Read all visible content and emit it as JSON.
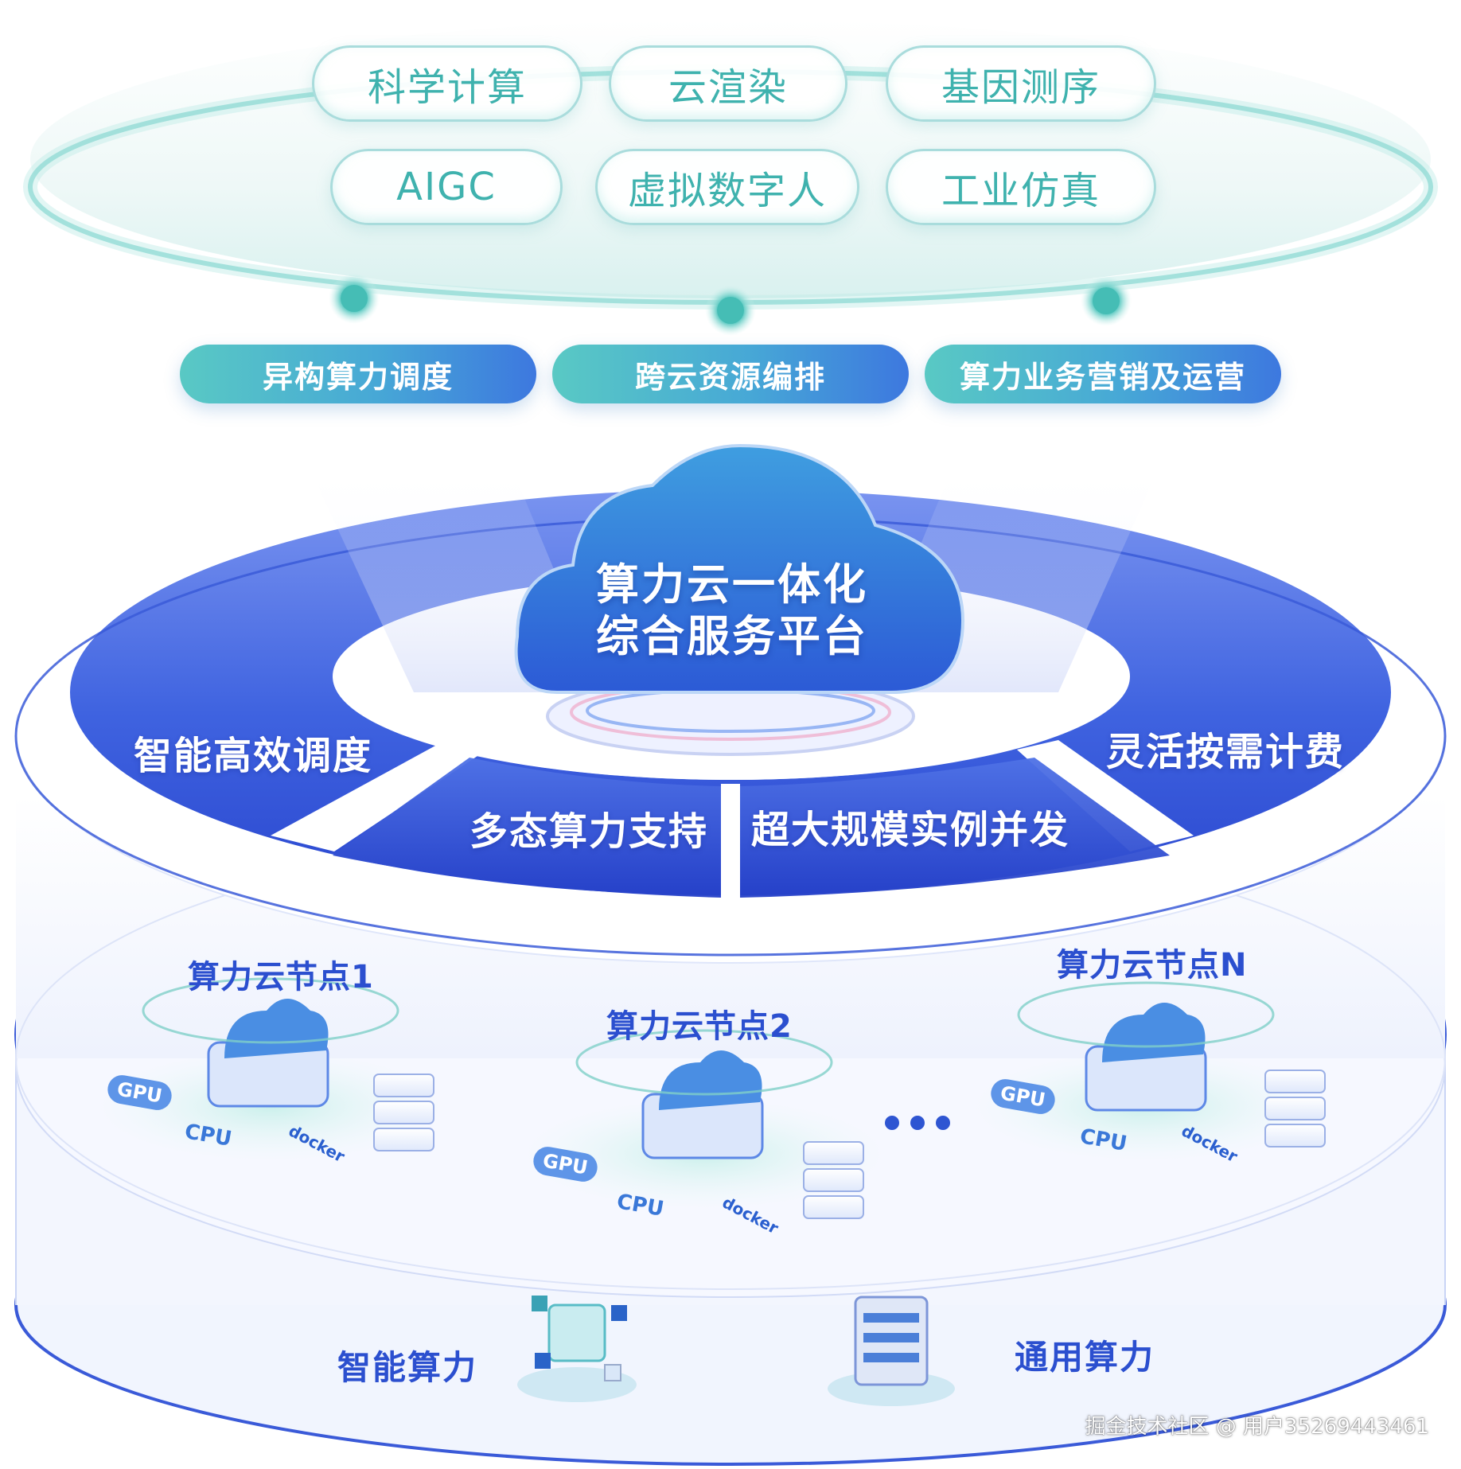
{
  "applications": [
    "科学计算",
    "云渲染",
    "基因测序",
    "AIGC",
    "虚拟数字人",
    "工业仿真"
  ],
  "capabilities": [
    "异构算力调度",
    "跨云资源编排",
    "算力业务营销及运营"
  ],
  "platform": {
    "title_line1": "算力云一体化",
    "title_line2": "综合服务平台"
  },
  "features": {
    "left": "智能高效调度",
    "right": "灵活按需计费",
    "bottom_left": "多态算力支持",
    "bottom_right": "超大规模实例并发"
  },
  "nodes": [
    {
      "title": "算力云节点1",
      "gpu_label": "GPU",
      "cpu_label": "CPU",
      "docker_label": "docker"
    },
    {
      "title": "算力云节点2",
      "gpu_label": "GPU",
      "cpu_label": "CPU",
      "docker_label": "docker"
    },
    {
      "title": "算力云节点N",
      "gpu_label": "GPU",
      "cpu_label": "CPU",
      "docker_label": "docker"
    }
  ],
  "compute_types": {
    "intelligent": "智能算力",
    "general": "通用算力"
  },
  "watermark": "掘金技术社区 @ 用户35269443461",
  "colors": {
    "teal": "#3fb2ae",
    "blue": "#2b4fcf",
    "deep_blue": "#2f4fd0",
    "cloud_blue": "#2f7fd8"
  }
}
